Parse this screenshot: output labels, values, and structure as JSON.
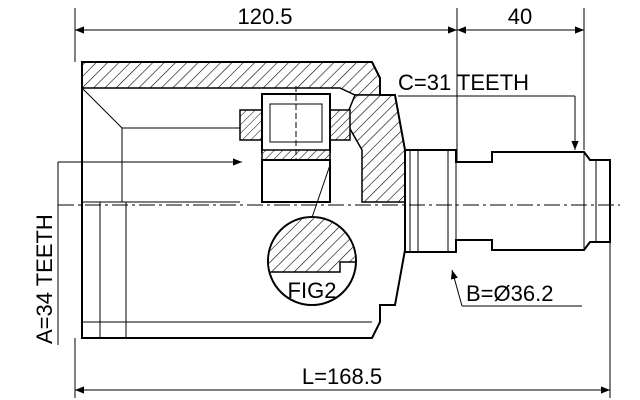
{
  "dimensions": {
    "top_left": "120.5",
    "top_right": "40",
    "overall_length": "L=168.5",
    "teeth_c": "C=31 TEETH",
    "teeth_a": "A=34 TEETH",
    "diameter_b": "B=Ø36.2"
  },
  "callout": {
    "figure": "FIG2"
  }
}
